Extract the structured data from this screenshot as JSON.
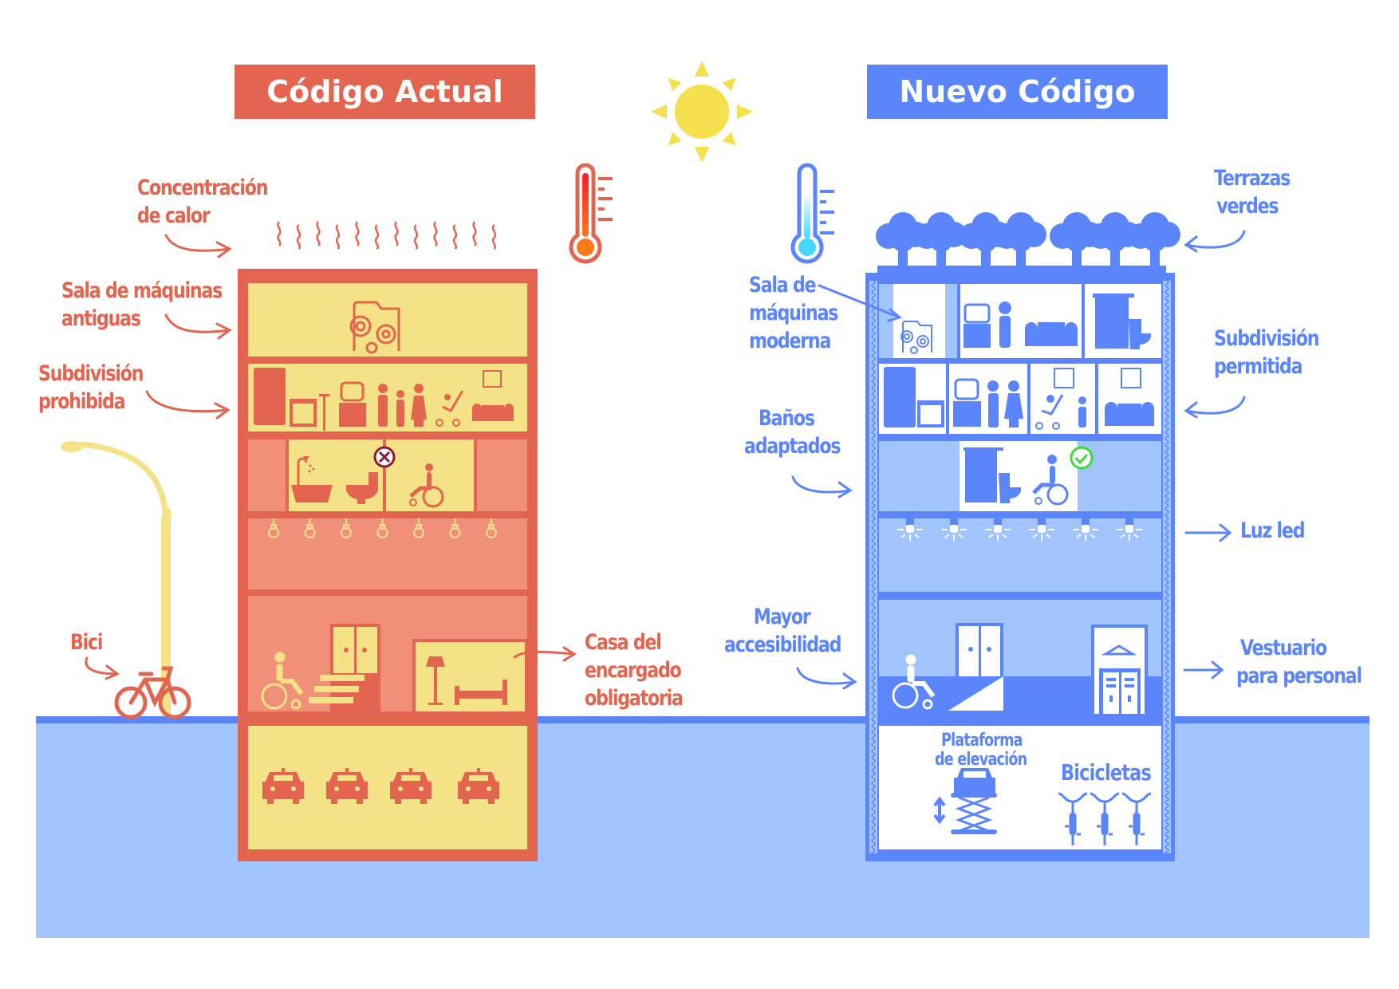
{
  "colors": {
    "old_primary": "#e3654f",
    "old_room_yellow": "#f4e287",
    "old_room_salmon": "#f09078",
    "new_primary": "#5b86fb",
    "new_room_light": "#a1c3fe",
    "new_room_white": "#ffffff",
    "ground": "#a1c3fe",
    "ground_line": "#5b86fb",
    "sun": "#f4e04d",
    "check_green": "#3ddc3d",
    "cross_dark": "#8b1a3a"
  },
  "old_code": {
    "title": "Código Actual",
    "labels": {
      "heat": [
        "Concentración",
        "de calor"
      ],
      "machine_room": [
        "Sala de máquinas",
        "antiguas"
      ],
      "subdivision": [
        "Subdivisión",
        "prohibida"
      ],
      "bike": [
        "Bici"
      ],
      "caretaker": [
        "Casa del",
        "encargado",
        "obligatoria"
      ]
    },
    "thermometer": "hot-thermometer-icon",
    "bulbs_count": 7,
    "cars_count": 4,
    "accessible_bathroom": "not-allowed"
  },
  "new_code": {
    "title": "Nuevo Código",
    "labels": {
      "green_roofs": [
        "Terrazas",
        "verdes"
      ],
      "machine_room": [
        "Sala de",
        "máquinas",
        "moderna"
      ],
      "subdivision": [
        "Subdivisión",
        "permitida"
      ],
      "bathrooms": [
        "Baños",
        "adaptados"
      ],
      "led": [
        "Luz led"
      ],
      "accessibility": [
        "Mayor",
        "accesibilidad"
      ],
      "locker_room": [
        "Vestuario",
        "para personal"
      ],
      "lift_platform": [
        "Plataforma",
        "de elevación"
      ],
      "bicycles": [
        "Bicicletas"
      ]
    },
    "thermometer": "cold-thermometer-icon",
    "led_count": 6,
    "trees_count": 7,
    "bike_rack_count": 3,
    "accessible_bathroom": "allowed"
  }
}
